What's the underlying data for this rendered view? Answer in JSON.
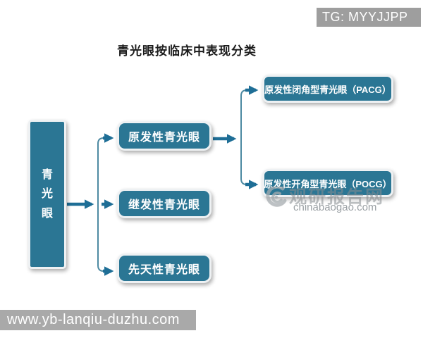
{
  "page": {
    "background_color": "#ffffff"
  },
  "header": {
    "badge": {
      "label": "TG: MYYJJPP",
      "bg_color": "#9e9e9e",
      "text_color": "#ffffff"
    },
    "title": "青光眼按临床中表现分类"
  },
  "diagram": {
    "root": {
      "label": "青光眼"
    },
    "level1": [
      {
        "label": "原发性青光眼"
      },
      {
        "label": "继发性青光眼"
      },
      {
        "label": "先天性青光眼"
      }
    ],
    "level2": [
      {
        "label": "原发性闭角型青光眼（PACG）"
      },
      {
        "label": "原发性开角型青光眼（POCG）"
      }
    ],
    "colors": {
      "box_fill": "#2b7694",
      "box_border": "#eef1f3",
      "box_text": "#ffffff",
      "arrow": "#1e6e96",
      "line": "#4d8aa2"
    }
  },
  "watermark": {
    "site_name": "观研报告网",
    "site_domain": "chinabaogao.com",
    "color": "#9aa0a4"
  },
  "footer": {
    "url": "www.yb-lanqiu-duzhu.com",
    "bg_color": "#a9a9a9",
    "text_color": "#ffffff"
  }
}
